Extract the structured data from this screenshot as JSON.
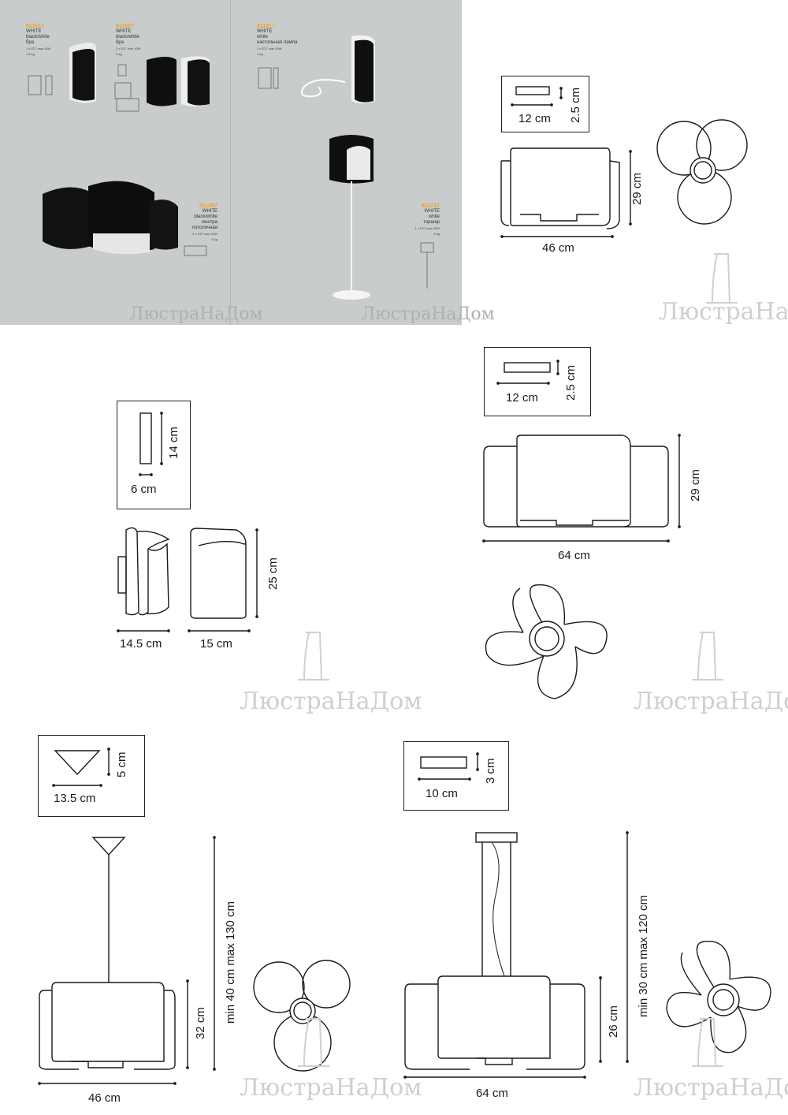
{
  "catalog": {
    "products": [
      {
        "code": "811617",
        "finish": "WHITE",
        "color": "black/white",
        "type": "бра",
        "spec": "1 x E27 max 40W",
        "weight": "1.5 kg"
      },
      {
        "code": "811627",
        "finish": "WHITE",
        "color": "black/white",
        "type": "бра",
        "spec": "2 x E27 max 40W",
        "weight": "2 kg"
      },
      {
        "code": "811917",
        "finish": "WHITE",
        "color": "white",
        "type": "настольная лампа",
        "spec": "1 x E27 max 40W",
        "weight": "1 kg"
      },
      {
        "code": "811057",
        "finish": "WHITE",
        "color": "black/white",
        "type": "люстра потолочная",
        "spec": "5 x E27 max 40W",
        "weight": "5 kg"
      },
      {
        "code": "811737",
        "finish": "WHITE",
        "color": "white",
        "type": "торшер",
        "spec": "1 x E27 max 40W",
        "weight": "6 kg"
      }
    ]
  },
  "watermark": {
    "text_a": "Люстра",
    "text_b": "На",
    "text_c": "Дом"
  },
  "drawings": {
    "ceiling_3": {
      "mount_w": "12 cm",
      "mount_h": "2.5 cm",
      "height": "29 cm",
      "width": "46 cm"
    },
    "wall": {
      "mount_h": "14 cm",
      "mount_w": "6 cm",
      "height": "25 cm",
      "depth": "14.5 cm",
      "width": "15 cm"
    },
    "ceiling_5": {
      "mount_w": "12 cm",
      "mount_h": "2.5 cm",
      "height": "29 cm",
      "width": "64 cm"
    },
    "pendant_3": {
      "canopy_w": "13.5 cm",
      "canopy_h": "5 cm",
      "drop": "min 40 cm max 130 cm",
      "height": "32 cm",
      "width": "46 cm"
    },
    "pendant_5": {
      "canopy_w": "10 cm",
      "canopy_h": "3 cm",
      "drop": "min 30 cm max 120 cm",
      "height": "26 cm",
      "width": "64 cm"
    }
  },
  "colors": {
    "catalog_bg": "#c9cccd",
    "accent": "#f0a020",
    "line": "#1a1a1a",
    "watermark": "#cfcfcf"
  }
}
